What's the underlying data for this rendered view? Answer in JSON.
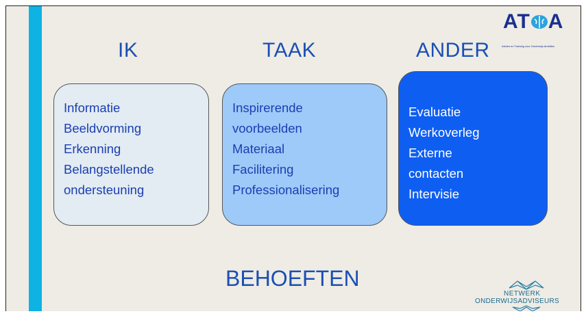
{
  "headings": {
    "ik": "IK",
    "taak": "TAAK",
    "ander": "ANDER"
  },
  "boxes": {
    "ik": [
      "Informatie",
      "Beeldvorming",
      "Erkenning",
      "Belangstellende",
      "ondersteuning"
    ],
    "taak": [
      "Inspirerende",
      "voorbeelden",
      "Materiaal",
      "Facilitering",
      "Professionalisering"
    ],
    "ander": [
      "Evaluatie",
      "Werkoverleg",
      "Externe",
      "contacten",
      "Intervisie"
    ]
  },
  "footer": "BEHOEFTEN",
  "logo_top": {
    "text_left": "AT",
    "text_right": "A",
    "tagline": "Advies en Training voor Onderwijs Ambities"
  },
  "logo_bottom": {
    "line1": "NETWERK",
    "line2": "ONDERWIJSADVISEURS"
  },
  "colors": {
    "accent_bar": "#0eb3e3",
    "heading": "#1a4fb5",
    "box_ik": "#e3ebf3",
    "box_taak": "#9dcaf9",
    "box_ander": "#0f5ef2"
  }
}
